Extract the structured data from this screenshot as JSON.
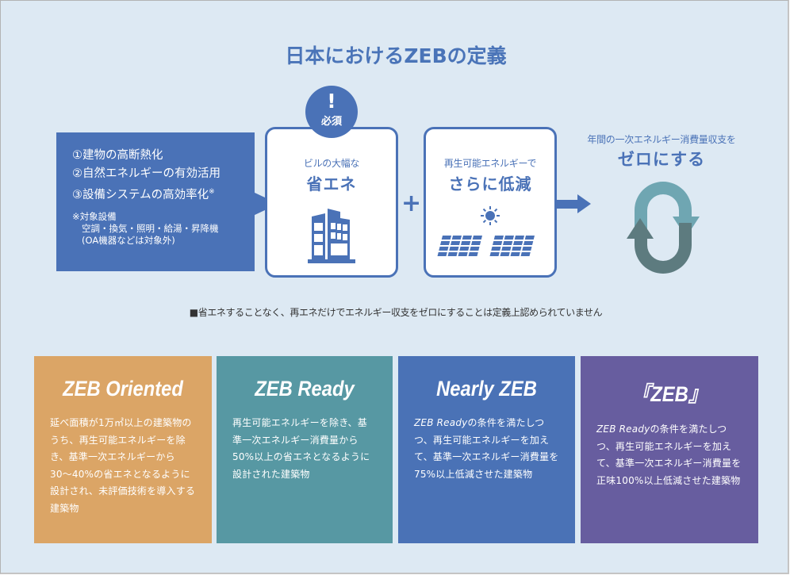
{
  "title": "日本におけるZEBの定義",
  "measures": {
    "items": [
      "①建物の高断熱化",
      "②自然エネルギーの有効活用",
      "③設備システムの高効率化"
    ],
    "item3_mark": "※",
    "note_heading": "※対象設備",
    "note_lines": [
      "空調・換気・照明・給湯・昇降機",
      "(OA機器などは対象外)"
    ]
  },
  "badge": {
    "symbol": "!",
    "label": "必須"
  },
  "card_energy_saving": {
    "sub": "ビルの大幅な",
    "main": "省エネ",
    "icon": "building-icon"
  },
  "plus_symbol": "+",
  "card_renewable": {
    "sub": "再生可能エネルギーで",
    "main": "さらに低減",
    "icons": [
      "sun-icon",
      "solar-panel-icon"
    ]
  },
  "result": {
    "sub": "年間の一次エネルギー消費量収支を",
    "main": "ゼロにする",
    "icon": "cycle-loop-icon"
  },
  "note": "■省エネすることなく、再エネだけでエネルギー収支をゼロにすることは定義上認められていません",
  "levels": [
    {
      "title": "ZEB Oriented",
      "color": "#dba566",
      "description": "延べ面積が1万㎡以上の建築物のうち、再生可能エネルギーを除き、基準一次エネルギーから30〜40%の省エネとなるように設計され、未評価技術を導入する建築物"
    },
    {
      "title": "ZEB Ready",
      "color": "#5798a3",
      "description": "再生可能エネルギーを除き、基準一次エネルギー消費量から50%以上の省エネとなるように設計された建築物"
    },
    {
      "title": "Nearly ZEB",
      "color": "#4a72b6",
      "description_prefix": "ZEB Ready",
      "description": "の条件を満たしつつ、再生可能エネルギーを加えて、基準一次エネルギー消費量を75%以上低減させた建築物"
    },
    {
      "title": "『ZEB』",
      "color": "#675d9f",
      "description_prefix": "ZEB Ready",
      "description": "の条件を満たしつつ、再生可能エネルギーを加えて、基準一次エネルギー消費量を正味100%以上低減させた建築物"
    }
  ],
  "colors": {
    "background": "#dde9f3",
    "primary_blue": "#4a72b7",
    "loop_top": "#6fa6b2",
    "loop_bottom": "#5d7b7f"
  }
}
